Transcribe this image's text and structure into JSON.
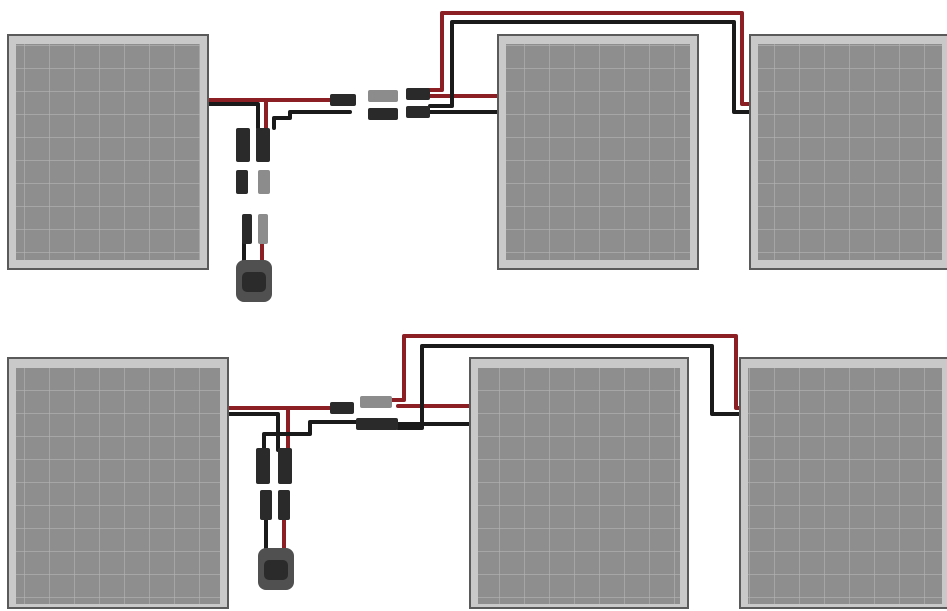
{
  "colors": {
    "background": "#ffffff",
    "panel_frame": "#c9c9c9",
    "panel_frame_edge": "#5a5a5a",
    "panel_cell": "#8e8e8e",
    "panel_cell_line": "#b4b4b4",
    "wire_positive": "#8b1f24",
    "wire_negative": "#1a1a1a",
    "connector": "#2a2a2a",
    "connector_grey": "#8c8c8c",
    "controller_body": "#505050",
    "controller_face": "#2b2b2b"
  },
  "diagrams": [
    {
      "id": "top",
      "panel_count": 3,
      "connection": "parallel",
      "components": [
        "solar-panel",
        "solar-panel",
        "solar-panel",
        "y-branch-connector",
        "mc4-connector",
        "extension-cable",
        "charge-controller"
      ]
    },
    {
      "id": "bottom",
      "panel_count": 3,
      "connection": "parallel",
      "components": [
        "solar-panel",
        "solar-panel",
        "solar-panel",
        "y-branch-connector",
        "mc4-connector",
        "extension-cable",
        "charge-controller"
      ]
    }
  ],
  "icons": {
    "panel": "solar-panel-icon",
    "controller": "charge-controller-icon",
    "connector": "mc4-connector-icon"
  }
}
